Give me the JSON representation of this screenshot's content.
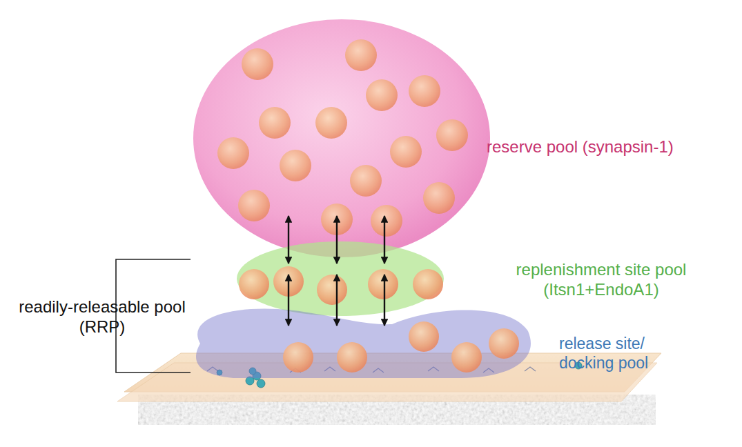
{
  "diagram": {
    "nodes": [
      {
        "text": [
          "reserve pool (synapsin-1)"
        ]
      },
      {
        "text": [
          "replenishment site pool (Itsn1+EndoA1)"
        ]
      },
      {
        "text": [
          "release site/ docking pool"
        ]
      }
    ],
    "edges": [
      {
        "from": 0,
        "to": 1,
        "arrow": "both"
      },
      {
        "from": 0,
        "to": 1,
        "arrow": "both"
      },
      {
        "from": 0,
        "to": 1,
        "arrow": "both"
      },
      {
        "from": 1,
        "to": 2,
        "arrow": "both"
      },
      {
        "from": 1,
        "to": 2,
        "arrow": "both"
      },
      {
        "from": 1,
        "to": 2,
        "arrow": "both"
      }
    ],
    "labels": [
      "readily-releasable pool (RRP)"
    ]
  }
}
